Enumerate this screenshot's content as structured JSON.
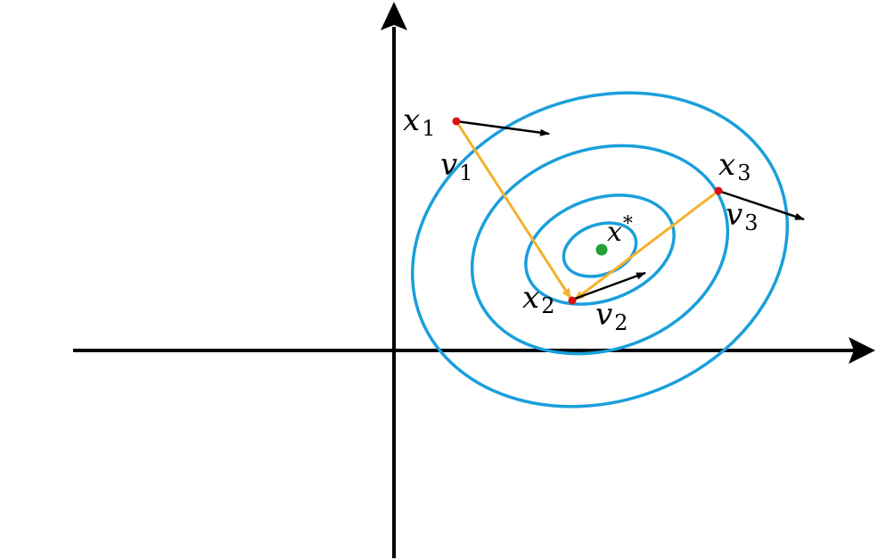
{
  "colors": {
    "axis": "#000000",
    "contour": "#1a9fdb",
    "iterate_point": "#dd1111",
    "optimum_point": "#22a035",
    "step_arrow": "#f4b12e",
    "direction_arrow": "#000000"
  },
  "labels": {
    "x1": {
      "base": "x",
      "sub": "1"
    },
    "x2": {
      "base": "x",
      "sub": "2"
    },
    "x3": {
      "base": "x",
      "sub": "3"
    },
    "v1": {
      "base": "v",
      "sub": "1"
    },
    "v2": {
      "base": "v",
      "sub": "2"
    },
    "v3": {
      "base": "v",
      "sub": "3"
    },
    "x_star": {
      "base": "x",
      "sup": "*"
    }
  },
  "contours": {
    "count": 4
  }
}
